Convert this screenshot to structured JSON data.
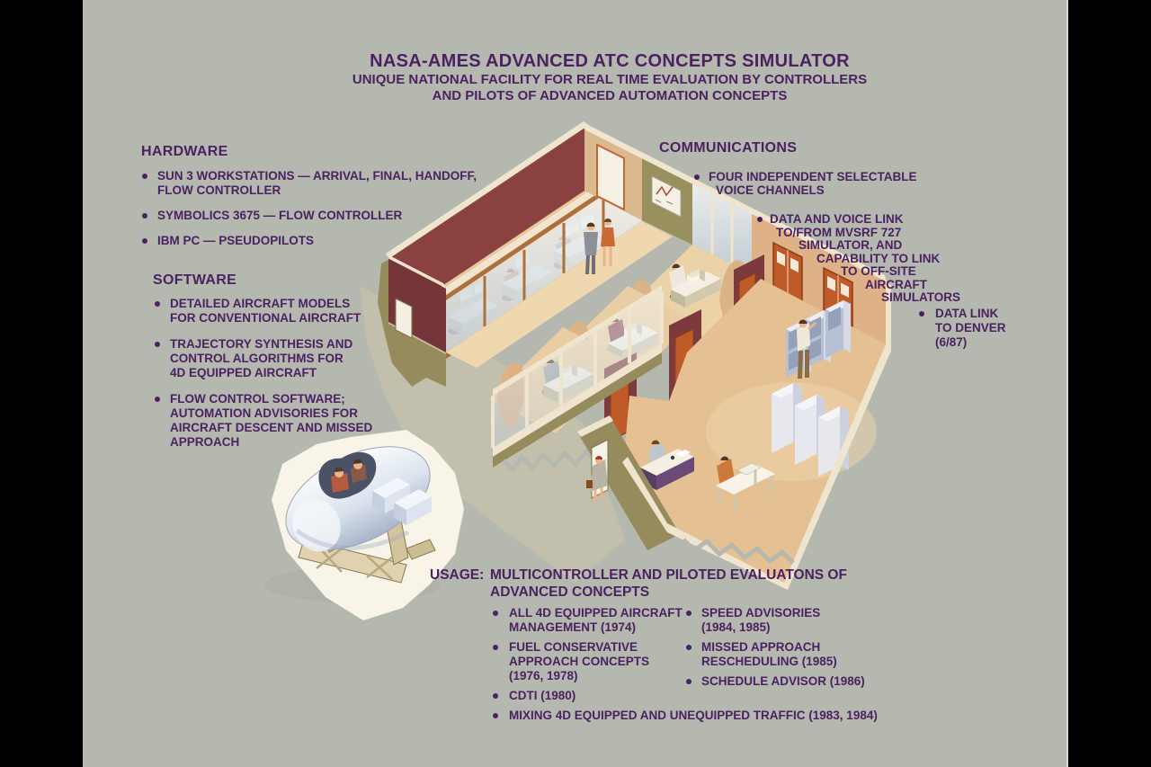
{
  "colors": {
    "background": "#b5b8ae",
    "text_purple": "#4b2161",
    "wall_maroon": "#8a4140",
    "floor_tan": "#e6c79c",
    "wall_olive": "#968b5d",
    "trim_cream": "#f0e6d0",
    "door_orange": "#c05a28"
  },
  "title": {
    "line1": "NASA-AMES ADVANCED ATC CONCEPTS SIMULATOR",
    "line2": "UNIQUE NATIONAL FACILITY FOR REAL TIME EVALUATION BY CONTROLLERS",
    "line3": "AND PILOTS OF ADVANCED AUTOMATION CONCEPTS"
  },
  "hardware": {
    "heading": "HARDWARE",
    "items": [
      {
        "lines": [
          "SUN 3 WORKSTATIONS — ARRIVAL, FINAL, HANDOFF,",
          "FLOW CONTROLLER"
        ]
      },
      {
        "lines": [
          "SYMBOLICS 3675 — FLOW CONTROLLER"
        ]
      },
      {
        "lines": [
          "IBM PC — PSEUDOPILOTS"
        ]
      }
    ]
  },
  "software": {
    "heading": "SOFTWARE",
    "items": [
      {
        "lines": [
          "DETAILED AIRCRAFT MODELS",
          "FOR CONVENTIONAL AIRCRAFT"
        ]
      },
      {
        "lines": [
          "TRAJECTORY SYNTHESIS AND",
          "CONTROL ALGORITHMS FOR",
          "4D EQUIPPED AIRCRAFT"
        ]
      },
      {
        "lines": [
          "FLOW CONTROL SOFTWARE;",
          "AUTOMATION ADVISORIES FOR",
          "AIRCRAFT DESCENT AND MISSED",
          "APPROACH"
        ]
      }
    ]
  },
  "communications": {
    "heading": "COMMUNICATIONS",
    "item1": {
      "lines": [
        "FOUR INDEPENDENT SELECTABLE",
        "VOICE CHANNELS"
      ]
    },
    "item2": {
      "lines": [
        "DATA AND VOICE LINK",
        "TO/FROM MVSRF 727",
        "SIMULATOR, AND",
        "CAPABILITY TO LINK",
        "TO OFF-SITE",
        "AIRCRAFT",
        "SIMULATORS"
      ]
    },
    "item3": {
      "lines": [
        "DATA LINK",
        "TO DENVER",
        "(6/87)"
      ]
    }
  },
  "usage": {
    "label": "USAGE:",
    "heading_lines": [
      "MULTICONTROLLER AND PILOTED EVALUATONS OF",
      "ADVANCED CONCEPTS"
    ],
    "left_items": [
      {
        "lines": [
          "ALL 4D EQUIPPED AIRCRAFT",
          "MANAGEMENT (1974)"
        ]
      },
      {
        "lines": [
          "FUEL CONSERVATIVE",
          "APPROACH CONCEPTS",
          "(1976, 1978)"
        ]
      },
      {
        "lines": [
          "CDTI (1980)"
        ]
      },
      {
        "lines": [
          "MIXING 4D EQUIPPED AND UNEQUIPPED TRAFFIC (1983, 1984)"
        ]
      }
    ],
    "right_items": [
      {
        "lines": [
          "SPEED ADVISORIES",
          "(1984, 1985)"
        ]
      },
      {
        "lines": [
          "MISSED APPROACH",
          "RESCHEDULING (1985)"
        ]
      },
      {
        "lines": [
          "SCHEDULE ADVISOR (1986)"
        ]
      }
    ]
  }
}
